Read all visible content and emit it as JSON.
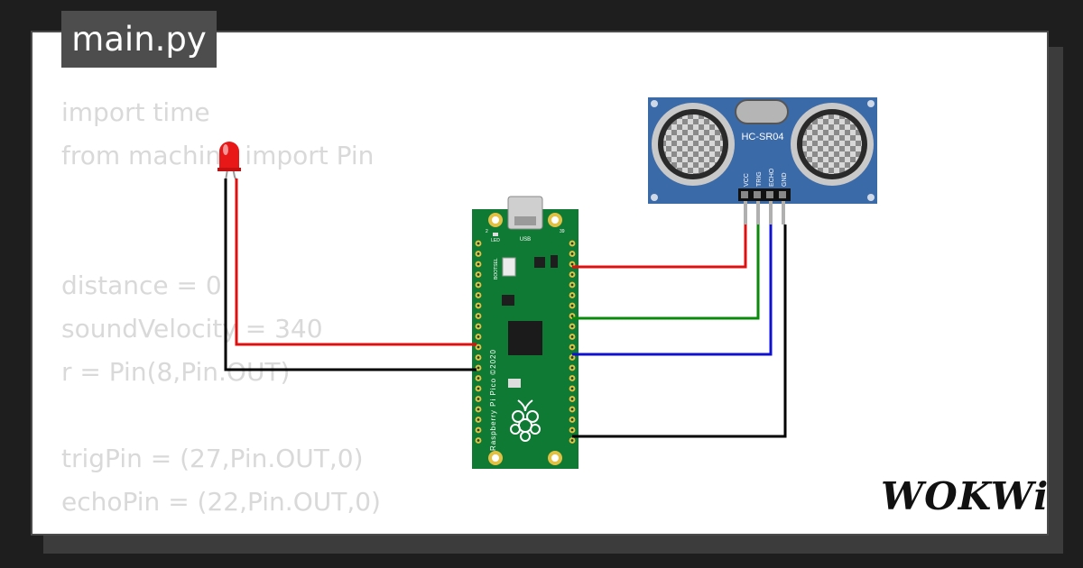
{
  "file_tab": {
    "label": "main.py"
  },
  "code_lines": [
    "import time",
    "from machine import Pin",
    "",
    "",
    "distance = 0",
    "soundVelocity = 340",
    "r = Pin(8,Pin.OUT)",
    "",
    "trigPin = (27,Pin.OUT,0)",
    "echoPin = (22,Pin.OUT,0)"
  ],
  "sensor": {
    "label": "HC-SR04",
    "pins": [
      "VCC",
      "TRIG",
      "ECHO",
      "GND"
    ]
  },
  "pico": {
    "usb_label": "USB",
    "led_label": "LED",
    "bootsel_label": "BOOTSEL",
    "side_text": "Raspberry Pi Pico ©2020",
    "pin_num_left": "2",
    "pin_num_right": "39"
  },
  "wire_colors": {
    "vcc": "#e01010",
    "trig": "#0a8a0a",
    "echo": "#1010d0",
    "gnd": "#000000",
    "led_anode": "#e01010",
    "led_cathode": "#000000"
  },
  "brand": {
    "logo_text": "WOKWi"
  }
}
